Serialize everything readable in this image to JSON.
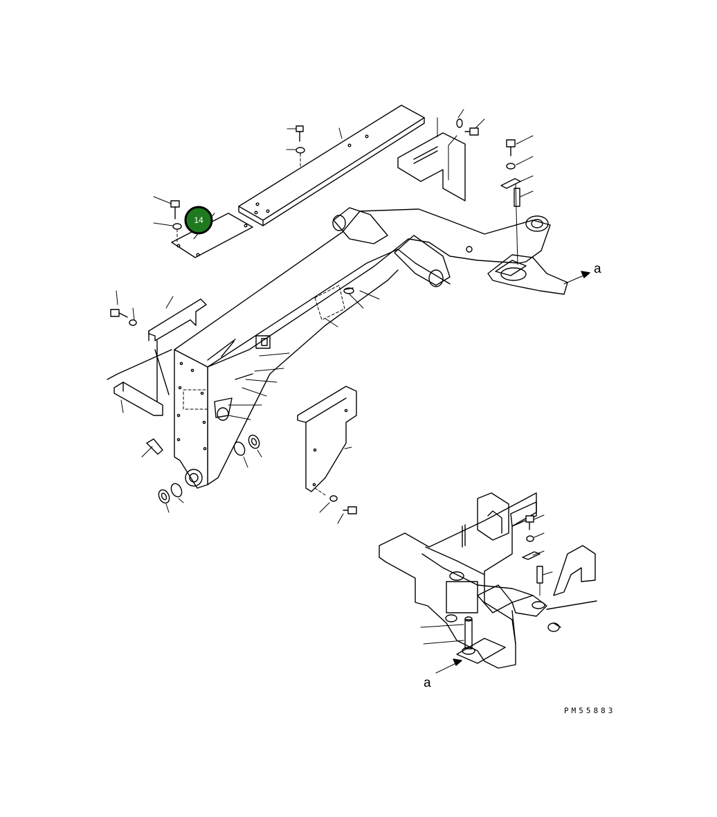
{
  "diagram": {
    "callout_number": "14",
    "view_label_main": "a",
    "view_label_detail": "a",
    "drawing_code": "PM55883",
    "colors": {
      "line": "#000000",
      "background": "#ffffff",
      "badge_fill": "#1f7a1f",
      "badge_text": "#ffffff"
    }
  }
}
